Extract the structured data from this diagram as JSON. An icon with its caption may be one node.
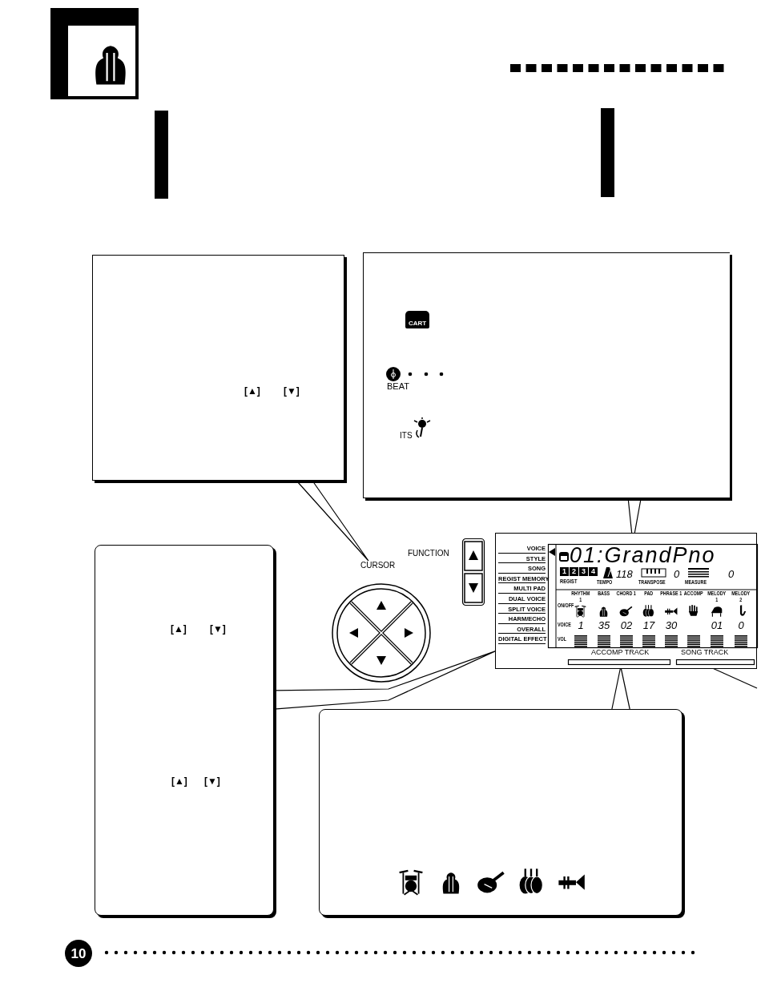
{
  "diagram": {
    "nodes": [
      {
        "text": [
          "[▲]",
          "[▼]"
        ]
      },
      {
        "text": [
          "CART",
          "BEAT",
          "ITS"
        ]
      },
      {
        "text": [
          "[▲]",
          "[▼]",
          "[▲]",
          "[▼]"
        ]
      },
      {
        "text": [],
        "shape": "box"
      },
      {
        "text": [
          "CURSOR"
        ]
      },
      {
        "text": [
          "VOICE",
          "STYLE",
          "SONG",
          "REGIST MEMORY",
          "MULTI PAD",
          "DUAL VOICE",
          "SPLIT VOICE",
          "HARM/ECHO",
          "OVERALL",
          "DIGITAL EFFECT",
          "01:GrandPno",
          "1",
          "2",
          "3",
          "4",
          "REGIST",
          "TEMPO",
          "118",
          "TRANSPOSE",
          "0",
          "MEASURE",
          "0",
          "RHYTHM 1",
          "BASS",
          "CHORD 1",
          "PAD",
          "PHRASE 1",
          "ACCOMP",
          "MELODY 1",
          "MELODY 2",
          "ON/OFF",
          "VOICE",
          "1",
          "35",
          "02",
          "17",
          "30",
          "01",
          "0",
          "VOL"
        ]
      },
      {
        "text": [
          "FUNCTION"
        ]
      },
      {
        "text": [
          "ACCOMP TRACK"
        ],
        "in": 5
      },
      {
        "text": [
          "SONG TRACK"
        ],
        "in": 5
      },
      {
        "text": [],
        "shape": "bar"
      },
      {
        "text": [],
        "shape": "bar"
      }
    ],
    "edges": [
      {
        "from": 0,
        "to": 4,
        "arrow": "none"
      },
      {
        "from": 1,
        "to": 5,
        "arrow": "none"
      },
      {
        "from": 2,
        "to": 5,
        "arrow": "none"
      },
      {
        "from": 3,
        "to": 7,
        "arrow": "none"
      },
      {
        "from": 8,
        "to": null,
        "arrow": "none"
      }
    ],
    "labels": [
      "10"
    ]
  }
}
